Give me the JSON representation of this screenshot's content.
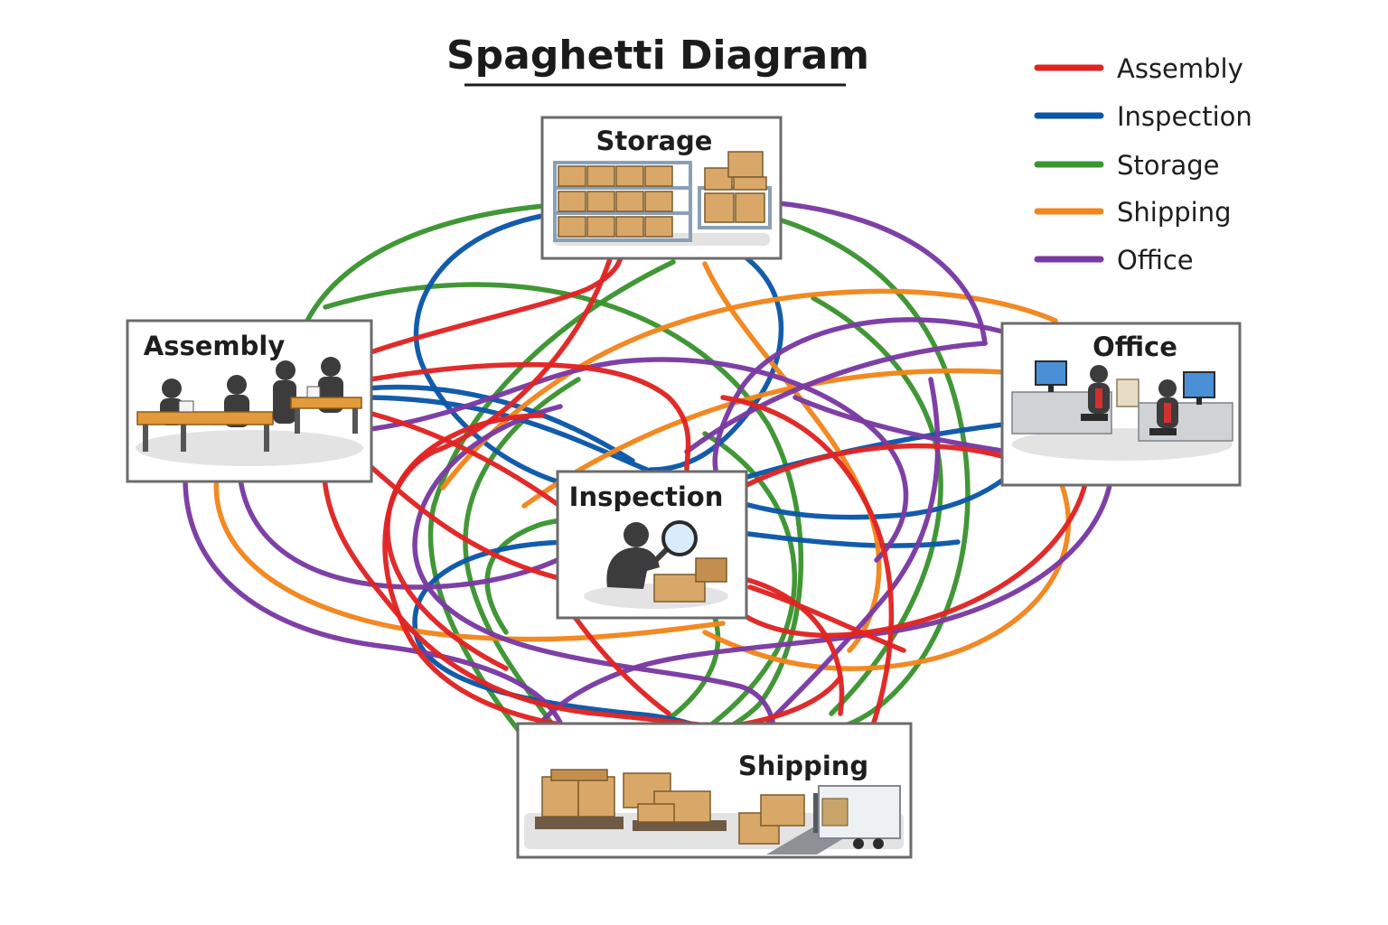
{
  "title": "Spaghetti Diagram",
  "legend": [
    {
      "label": "Assembly",
      "color": "#e02424"
    },
    {
      "label": "Inspection",
      "color": "#0b57a8"
    },
    {
      "label": "Storage",
      "color": "#3b9430"
    },
    {
      "label": "Shipping",
      "color": "#f2851c"
    },
    {
      "label": "Office",
      "color": "#7a3aa3"
    }
  ],
  "nodes": {
    "storage": {
      "label": "Storage",
      "icon": "warehouse-shelves-icon"
    },
    "assembly": {
      "label": "Assembly",
      "icon": "assembly-workers-icon"
    },
    "office": {
      "label": "Office",
      "icon": "office-desks-icon"
    },
    "inspection": {
      "label": "Inspection",
      "icon": "inspector-magnifier-icon"
    },
    "shipping": {
      "label": "Shipping",
      "icon": "shipping-truck-icon"
    }
  }
}
